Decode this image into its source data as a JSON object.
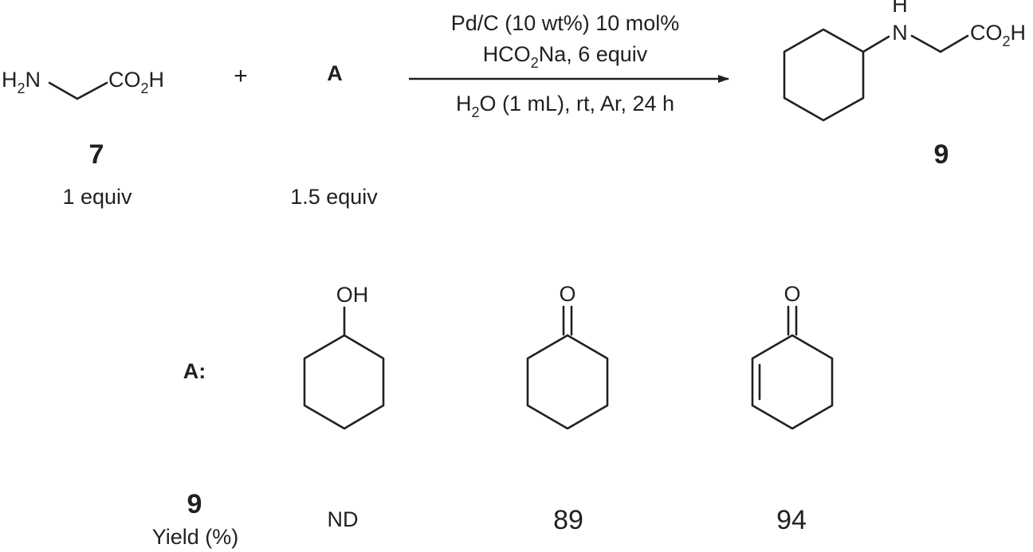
{
  "reactant_glycine": {
    "label_nh2_prefix": "H",
    "label_nh2_sub": "2",
    "label_nh2_suffix": "N",
    "label_acid_prefix": "CO",
    "label_acid_sub": "2",
    "label_acid_suffix": "H",
    "compound_number": "7",
    "equiv": "1 equiv"
  },
  "plus_sign": "+",
  "reactant_a": {
    "label": "A",
    "equiv": "1.5 equiv"
  },
  "conditions": {
    "line1": "Pd/C (10 wt%) 10 mol%",
    "line2_prefix": "HCO",
    "line2_sub": "2",
    "line2_suffix": "Na, 6 equiv",
    "line3_prefix": "H",
    "line3_sub": "2",
    "line3_suffix": "O (1 mL), rt, Ar, 24 h"
  },
  "product": {
    "label_h": "H",
    "label_n": "N",
    "label_acid_prefix": "CO",
    "label_acid_sub": "2",
    "label_acid_suffix": "H",
    "compound_number": "9"
  },
  "substrates": {
    "row_label": "A:",
    "cyclohexanol_label": "OH",
    "cyclohexanone_label": "O",
    "cyclohexenone_label": "O"
  },
  "yields": {
    "header_number": "9",
    "header_text": "Yield (%)",
    "cyclohexanol": "ND",
    "cyclohexanone": "89",
    "cyclohexenone": "94"
  }
}
